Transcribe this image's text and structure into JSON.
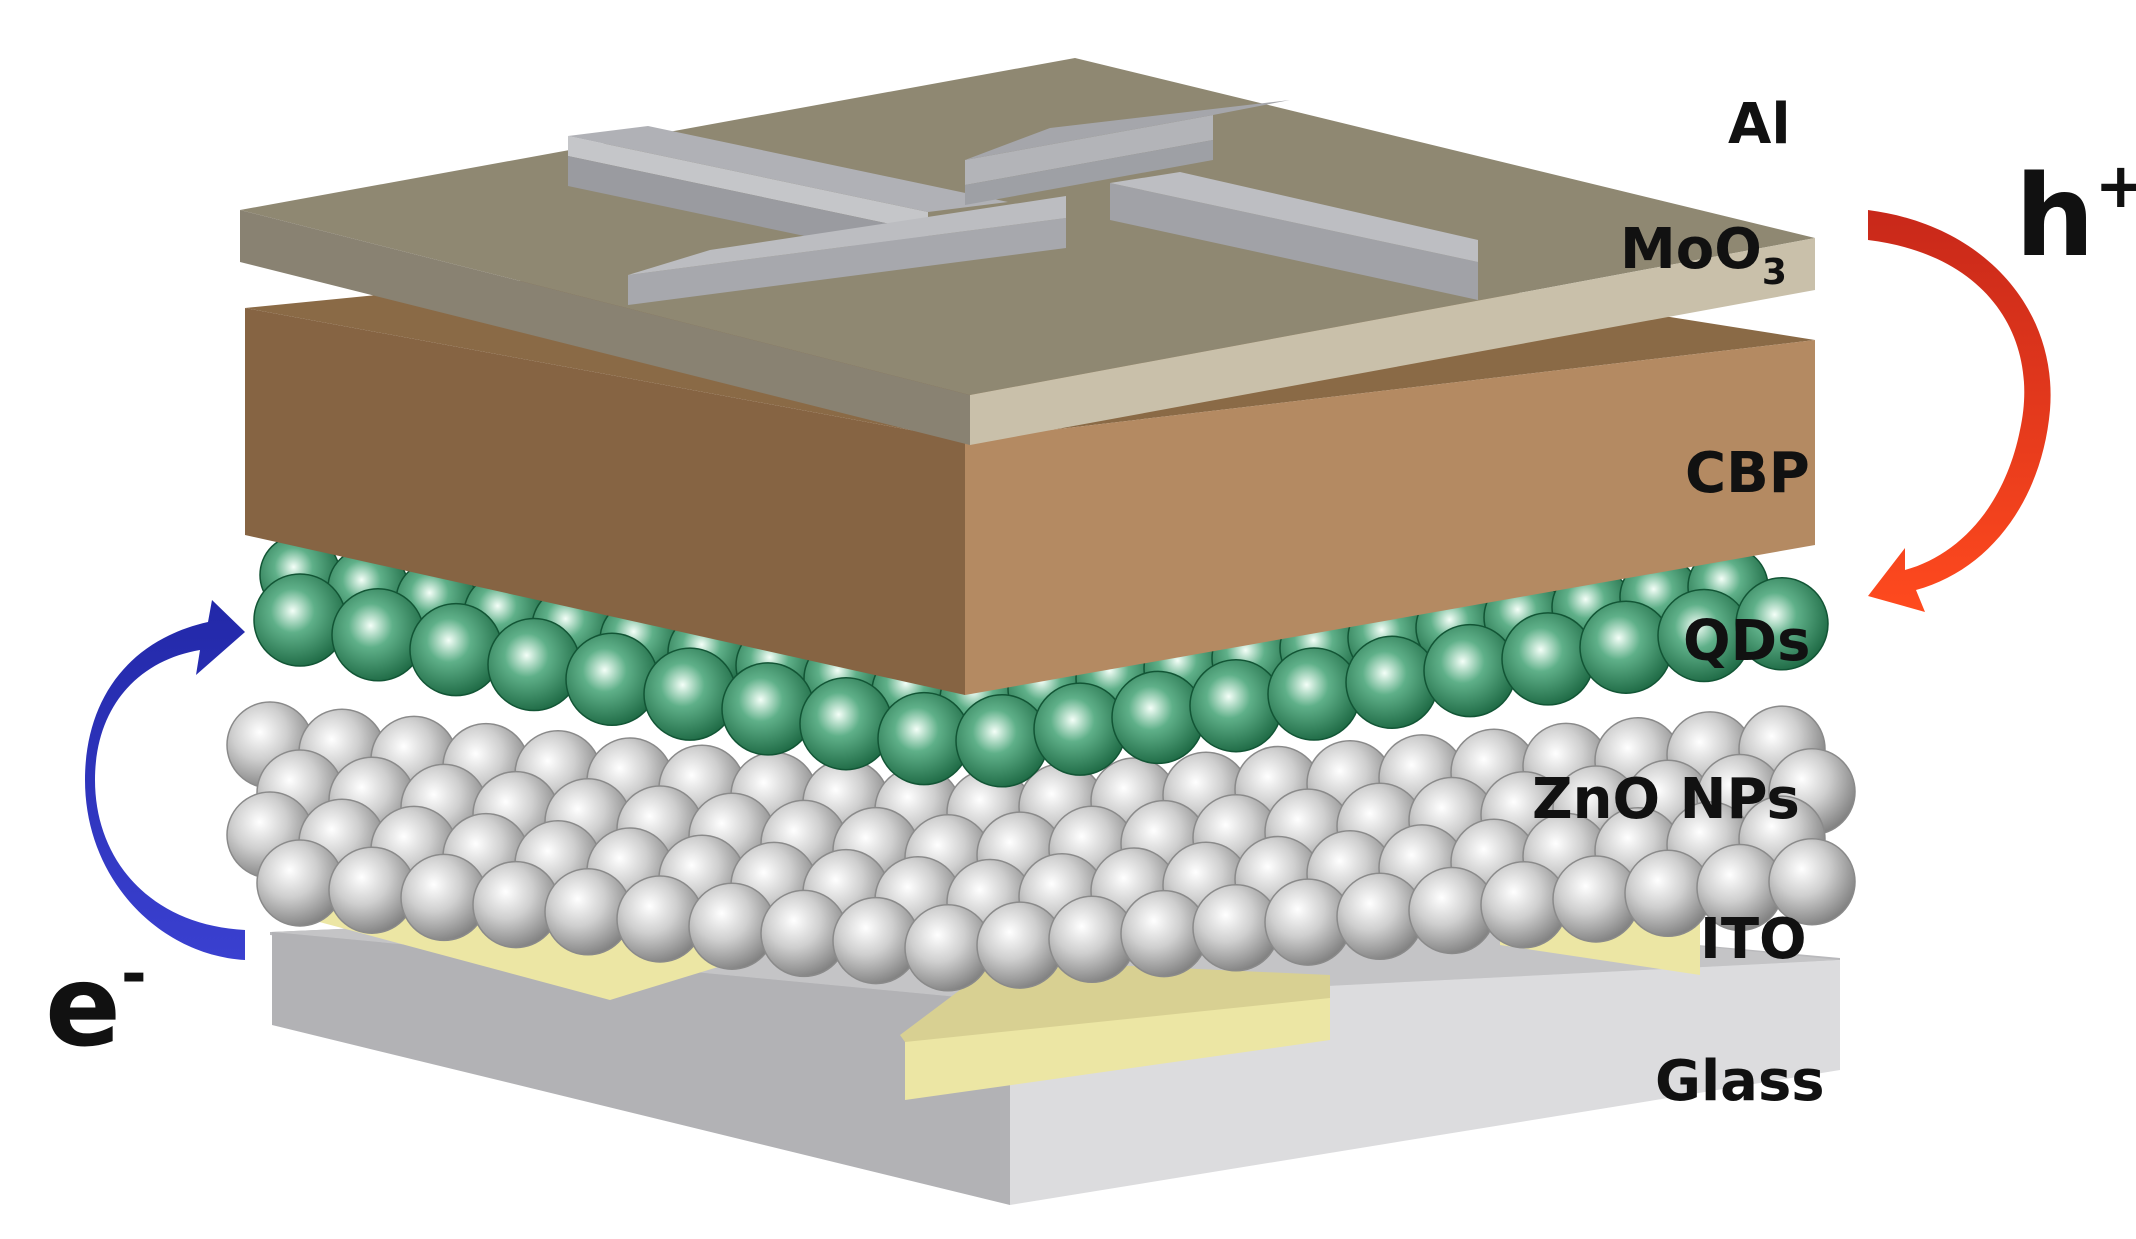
{
  "layers": {
    "al": "Al",
    "moo3": {
      "base": "MoO",
      "sub": "3"
    },
    "cbp": "CBP",
    "qds": "QDs",
    "zno": "ZnO NPs",
    "ito": "ITO",
    "glass": "Glass"
  },
  "carriers": {
    "hole": {
      "base": "h",
      "sup": "+"
    },
    "electron": {
      "base": "e",
      "sup": "-"
    }
  },
  "colors": {
    "glass_top": "#c4c4c6",
    "glass_front": "#dcdcde",
    "ito": "#ece6a4",
    "zno": "#c8c8c8",
    "qd": "#1f7a4e",
    "cbp_top": "#8a6a46",
    "cbp_front": "#b48a62",
    "moo3_top": "#8f8872",
    "moo3_front": "#c9c0aa",
    "al": "#a9aaae",
    "hole_arrow": "#e6321e",
    "electron_arrow": "#2e35c8"
  }
}
